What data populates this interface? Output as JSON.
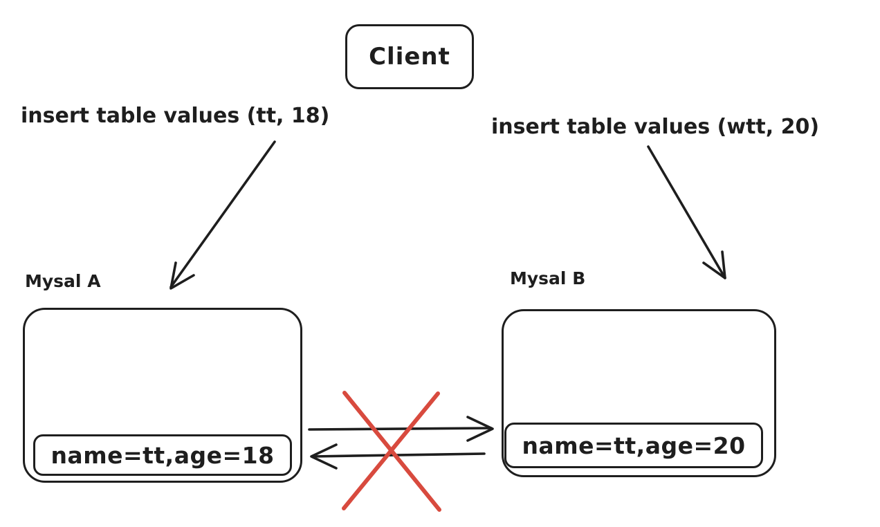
{
  "diagram_title": "mysql-dual-write-replication-conflict",
  "nodes": {
    "client": {
      "label": "Client"
    },
    "mysql_a": {
      "title": "Mysal A",
      "row": "name=tt,age=18"
    },
    "mysql_b": {
      "title": "Mysal B",
      "row": "name=tt,age=20"
    }
  },
  "queries": {
    "left": "insert table values (tt, 18)",
    "right": "insert table values (wtt, 20)"
  },
  "colors": {
    "stroke": "#1e1e1e",
    "cross_red": "#d84a3e",
    "background": "#ffffff"
  }
}
